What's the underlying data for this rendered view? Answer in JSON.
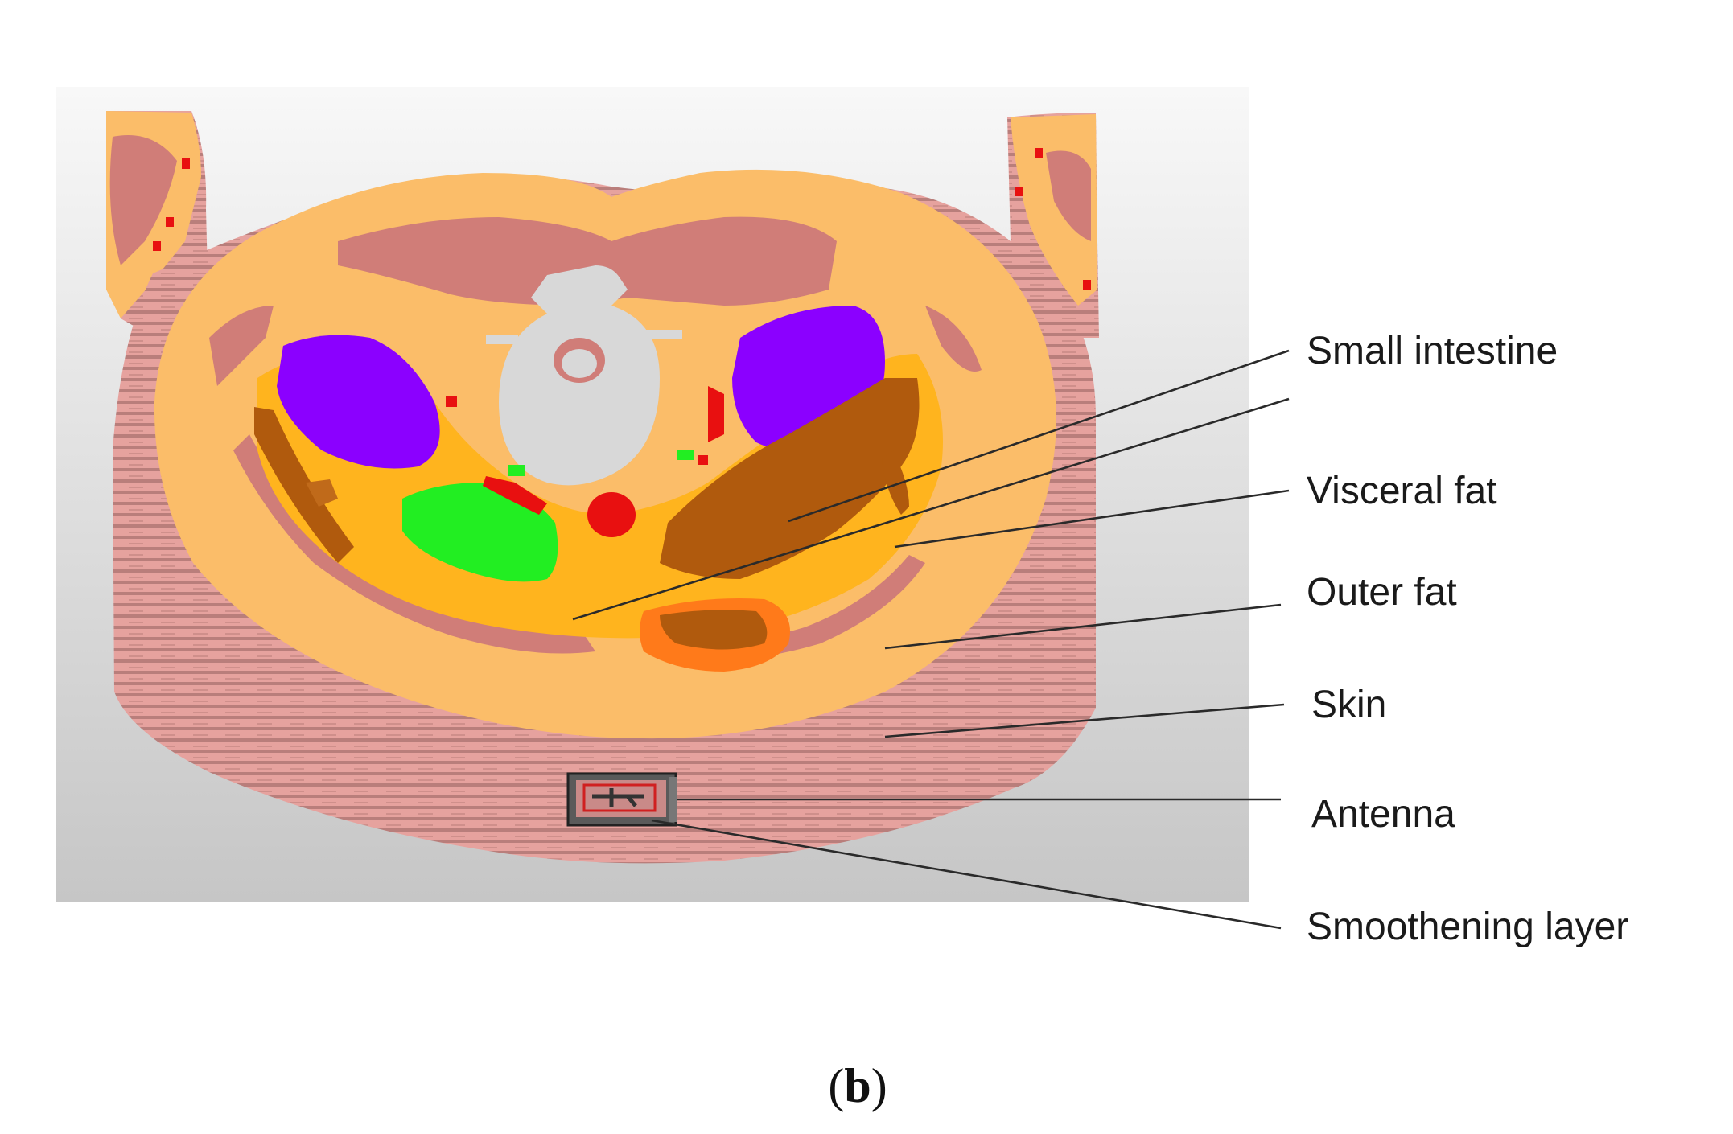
{
  "labels": {
    "small_intestine": "Small intestine",
    "visceral_fat": "Visceral fat",
    "outer_fat": "Outer fat",
    "skin": "Skin",
    "antenna": "Antenna",
    "smoothening_layer": "Smoothening layer"
  },
  "caption": {
    "open": "(",
    "letter": "b",
    "close": ")"
  },
  "colors": {
    "background_panel_top": "#f7f7f7",
    "background_panel_bottom": "#c8c8c8",
    "skin": "#e8a4a0",
    "skin_shade": "#b8807e",
    "outer_fat": "#fbbd69",
    "muscle": "#d07d78",
    "visceral_fat": "#ffb41e",
    "kidney": "#8b00ff",
    "colon": "#22ee22",
    "small_intestine": "#b05a0d",
    "bone": "#d8d8d8",
    "vessel": "#e81010",
    "bladder_ring": "#ff7a1a",
    "antenna_body": "#5a5a5a"
  }
}
